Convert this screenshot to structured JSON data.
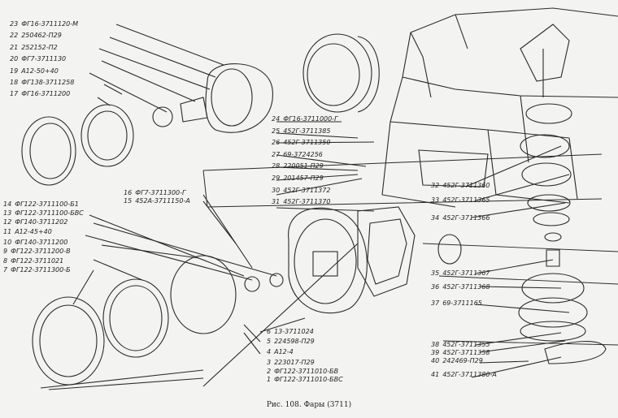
{
  "caption": "Рис. 108. Фары (3711)",
  "callouts_left": [
    {
      "num": "23",
      "code": "ФГ16-3711120-М"
    },
    {
      "num": "22",
      "code": "250462-П29"
    },
    {
      "num": "21",
      "code": "252152-П2"
    },
    {
      "num": "20",
      "code": "ФГ7-3711130"
    },
    {
      "num": "19",
      "code": "А12-50+40"
    },
    {
      "num": "18",
      "code": "ФГ138-3711258"
    },
    {
      "num": "17",
      "code": "ФГ16-3711200"
    }
  ],
  "callouts_left_mid": [
    {
      "num": "16",
      "code": "ФГ7-3711300-Г"
    },
    {
      "num": "15",
      "code": "452А-3711150-А"
    }
  ],
  "callouts_left_low": [
    {
      "num": "14",
      "code": "ФГ122-3711100-Б1"
    },
    {
      "num": "13",
      "code": "ФГ122-3711100-БВС"
    },
    {
      "num": "12",
      "code": "ФГ140-3711202"
    },
    {
      "num": "11",
      "code": "А12-45+40"
    },
    {
      "num": "10",
      "code": "ФГ140-3711200"
    },
    {
      "num": "9",
      "code": "ФГ122-3711200-В"
    },
    {
      "num": "8",
      "code": "ФГ122-3711021"
    },
    {
      "num": "7",
      "code": "ФГ122-3711300-Б"
    }
  ],
  "callouts_center": [
    {
      "num": "24",
      "code": "ФГ16-3711000-Г"
    },
    {
      "num": "25",
      "code": "452Г-3711385"
    },
    {
      "num": "26",
      "code": "452Г-3711350"
    },
    {
      "num": "27",
      "code": "69-3724256"
    },
    {
      "num": "28",
      "code": "220051-П29"
    },
    {
      "num": "29",
      "code": "201457-П29"
    },
    {
      "num": "30",
      "code": "452Г-3711372"
    },
    {
      "num": "31",
      "code": "452Г-3711370"
    }
  ],
  "callouts_bottom": [
    {
      "num": "6",
      "code": "13-3711024"
    },
    {
      "num": "5",
      "code": "224598-П29"
    },
    {
      "num": "4",
      "code": "А12-4"
    },
    {
      "num": "3",
      "code": "223017-П29"
    },
    {
      "num": "2",
      "code": "ФГ122-3711010-БВ"
    },
    {
      "num": "1",
      "code": "ФГ122-3711010-БВС"
    }
  ],
  "callouts_right": [
    {
      "num": "32",
      "code": "452Г-3711360"
    },
    {
      "num": "33",
      "code": "452Г-3711365"
    },
    {
      "num": "34",
      "code": "452Г-3711366"
    },
    {
      "num": "35",
      "code": "452Г-3711367"
    },
    {
      "num": "36",
      "code": "452Г-3711368"
    },
    {
      "num": "37",
      "code": "69-3711165"
    },
    {
      "num": "38",
      "code": "452Г-3711355"
    },
    {
      "num": "39",
      "code": "452Г-3711358"
    },
    {
      "num": "40",
      "code": "242469-П29"
    },
    {
      "num": "41",
      "code": "452Г-3711380-А"
    }
  ]
}
